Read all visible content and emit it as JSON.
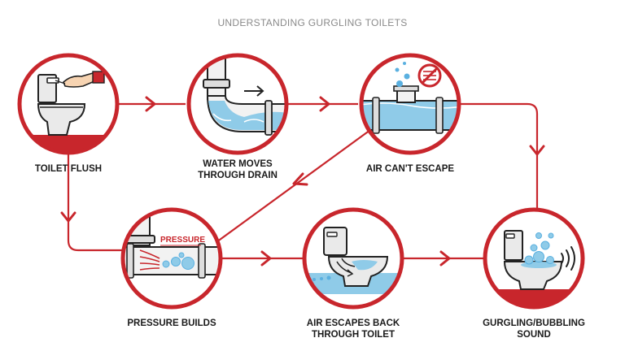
{
  "title": "UNDERSTANDING GURGLING TOILETS",
  "steps": [
    {
      "line1": "TOILET FLUSH",
      "line2": ""
    },
    {
      "line1": "WATER MOVES",
      "line2": "THROUGH DRAIN"
    },
    {
      "line1": "AIR CAN'T ESCAPE",
      "line2": ""
    },
    {
      "line1": "PRESSURE BUILDS",
      "line2": ""
    },
    {
      "line1": "AIR ESCAPES BACK",
      "line2": "THROUGH TOILET"
    },
    {
      "line1": "GURGLING/BUBBLING",
      "line2": "SOUND"
    }
  ],
  "pressure_label": "PRESSURE",
  "colors": {
    "accent": "#c8262c",
    "water": "#8fcbe8",
    "bubble": "#5ab0e0",
    "outline": "#222222",
    "pipe": "#f2f2f2"
  }
}
